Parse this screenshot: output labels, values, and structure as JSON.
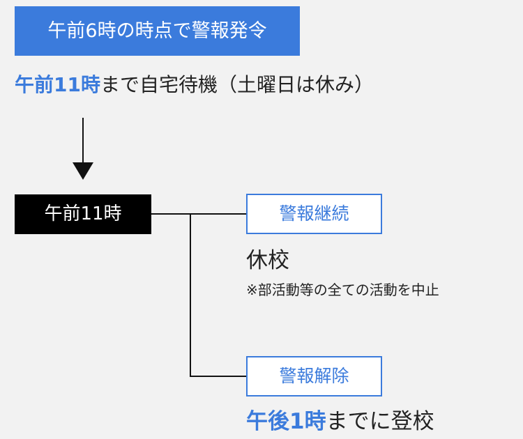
{
  "header": {
    "label": "午前6時の時点で警報発令"
  },
  "instruction": {
    "time": "午前11時",
    "text": "まで自宅待機（土曜日は休み）"
  },
  "decision_point": {
    "label": "午前11時"
  },
  "branches": [
    {
      "status": "警報継続",
      "outcome": "休校",
      "note": "※部活動等の全ての活動を中止"
    },
    {
      "status": "警報解除",
      "outcome_time": "午後1時",
      "outcome_text": "までに登校"
    }
  ],
  "colors": {
    "accent": "#3b7bdc",
    "background": "#f2f2f2",
    "decision_box": "#000000"
  }
}
